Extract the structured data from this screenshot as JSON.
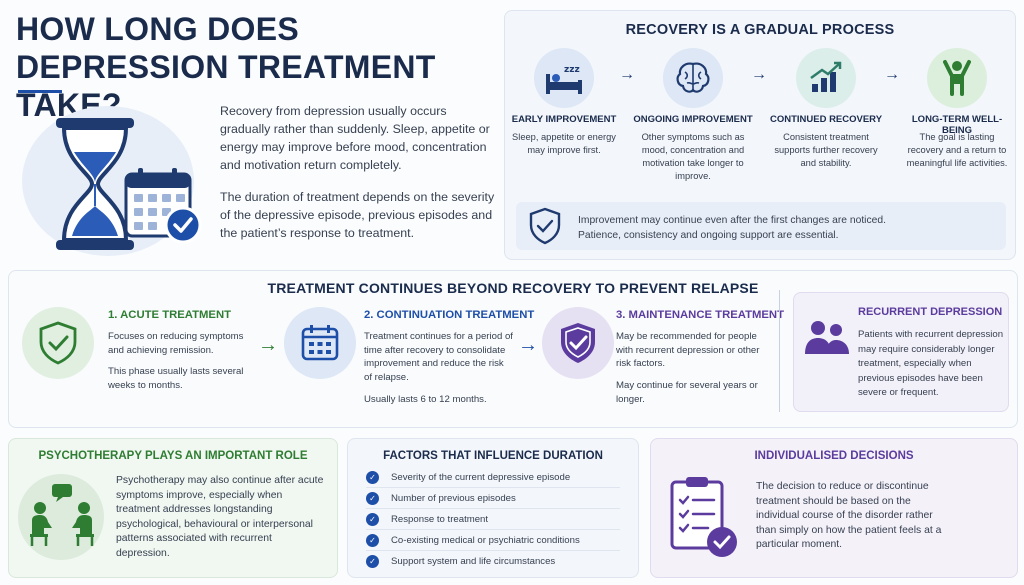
{
  "title": "HOW LONG DOES DEPRESSION TREATMENT TAKE?",
  "intro": [
    "Recovery from depression usually occurs gradually rather than suddenly. Sleep, appetite or energy may improve before mood, concentration and motivation return completely.",
    "The duration of treatment depends on the severity of the depressive episode, previous episodes and the patient’s response to treatment."
  ],
  "hero_icons": [
    "hourglass-icon",
    "calendar-icon",
    "checkmark-badge-icon"
  ],
  "recovery": {
    "heading": "RECOVERY IS A GRADUAL PROCESS",
    "steps": [
      {
        "title": "EARLY IMPROVEMENT",
        "text": "Sleep, appetite or energy may improve first.",
        "icon": "sleeping-bed-icon"
      },
      {
        "title": "ONGOING IMPROVEMENT",
        "text": "Other symptoms such as mood, concentration and motivation take longer to improve.",
        "icon": "brain-icon"
      },
      {
        "title": "CONTINUED RECOVERY",
        "text": "Consistent treatment supports further recovery and stability.",
        "icon": "rising-chart-icon"
      },
      {
        "title": "LONG-TERM WELL-BEING",
        "text": "The goal is lasting recovery and a return to meaningful life activities.",
        "icon": "person-raised-arms-icon"
      }
    ],
    "note": [
      "Improvement may continue even after the first changes are noticed.",
      "Patience, consistency and ongoing support are essential."
    ],
    "note_icon": "shield-check-icon"
  },
  "treatment": {
    "heading": "TREATMENT CONTINUES BEYOND RECOVERY TO PREVENT RELAPSE",
    "phases": [
      {
        "title": "1. ACUTE TREATMENT",
        "text1": "Focuses on reducing symptoms and achieving remission.",
        "text2": "This phase usually lasts several weeks to months.",
        "icon": "shield-check-icon"
      },
      {
        "title": "2. CONTINUATION TREATMENT",
        "text1": "Treatment continues for a period of time after recovery to consolidate improvement and reduce the risk of relapse.",
        "text2": "Usually lasts 6 to 12 months.",
        "icon": "calendar-icon"
      },
      {
        "title": "3. MAINTENANCE TREATMENT",
        "text1": "May be recommended for people with recurrent depression or other risk factors.",
        "text2": "May continue for several years or longer.",
        "icon": "shield-check-icon"
      }
    ],
    "recurrent": {
      "title": "RECURRENT DEPRESSION",
      "text": "Patients with recurrent depression may require considerably longer treatment, especially when previous episodes have been severe or frequent.",
      "icon": "people-icon"
    }
  },
  "psychotherapy": {
    "title": "PSYCHOTHERAPY PLAYS AN IMPORTANT ROLE",
    "text": "Psychotherapy may also continue after acute symptoms improve, especially when treatment addresses longstanding psychological, behavioural or interpersonal patterns associated with recurrent depression.",
    "icon": "therapy-conversation-icon"
  },
  "factors": {
    "title": "FACTORS THAT INFLUENCE DURATION",
    "items": [
      "Severity of the current depressive episode",
      "Number of previous episodes",
      "Response to treatment",
      "Co-existing medical or psychiatric conditions",
      "Support system and life circumstances"
    ]
  },
  "individualised": {
    "title": "INDIVIDUALISED DECISIONS",
    "text": "The decision to reduce or discontinue treatment should be based on the individual course of the disorder rather than simply on how the patient feels at a particular moment.",
    "icon": "clipboard-checklist-icon"
  },
  "colors": {
    "navy": "#1a2b4c",
    "blue": "#1e4fa8",
    "green": "#2e7d32",
    "purple": "#5b3c9e"
  }
}
